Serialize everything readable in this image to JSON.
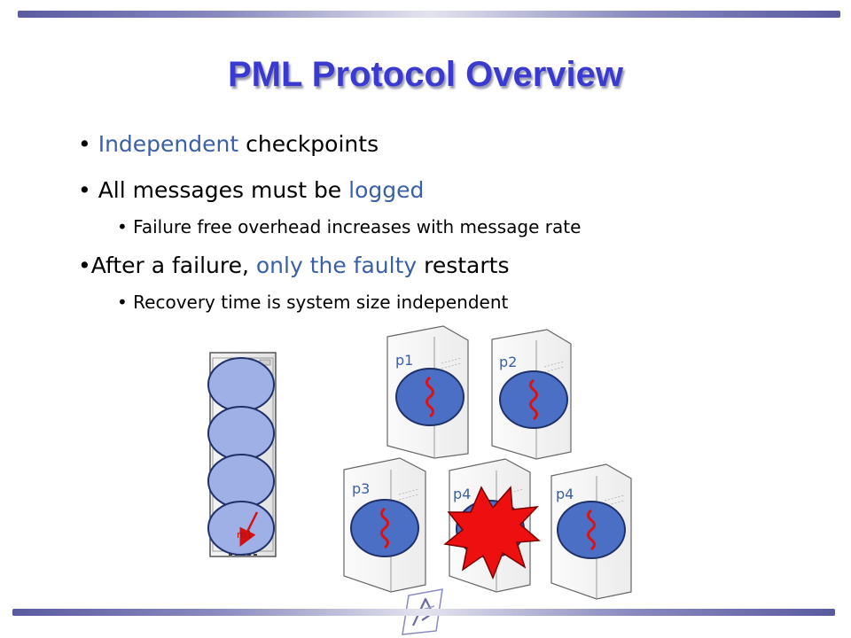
{
  "slide": {
    "title": "PML Protocol Overview",
    "bullets": [
      {
        "bullet": "• ",
        "parts": [
          "Independent",
          " checkpoints"
        ]
      },
      {
        "bullet": "•  ",
        "parts": [
          "All messages must be ",
          "logged"
        ]
      },
      {
        "bullet": "• ",
        "text": "Failure free overhead increases with message rate"
      },
      {
        "bullet": "•",
        "parts": [
          "After a failure, ",
          "only the faulty",
          " restarts"
        ]
      },
      {
        "bullet": "• ",
        "text": "Recovery time is system size independent"
      }
    ]
  },
  "diagram": {
    "log_server_label": "m1",
    "nodes": [
      "p1",
      "p2",
      "p3",
      "p4",
      "p4"
    ],
    "colors": {
      "process": "#4a6fc4",
      "process_outline": "#203068",
      "log_slot": "#9fb0e6",
      "squiggle": "#e01010",
      "crash": "#ee1010",
      "title": "#3a3ad0",
      "highlight": "#3a60a8"
    }
  }
}
